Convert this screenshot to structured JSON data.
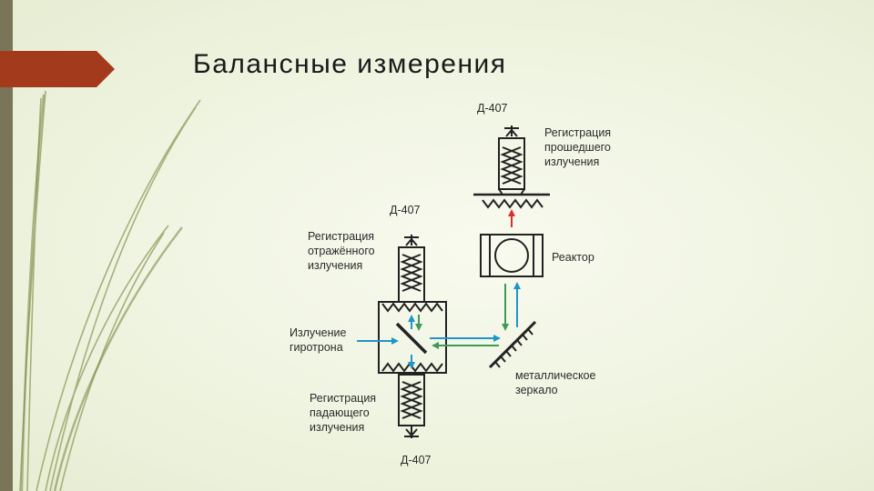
{
  "slide": {
    "title": "Балансные измерения"
  },
  "diagram": {
    "detector_top": "Д-407",
    "detector_left": "Д-407",
    "detector_bottom": "Д-407",
    "transmitted": [
      "Регистрация",
      "прошедшего",
      "излучения"
    ],
    "reflected": [
      "Регистрация",
      "отражённого",
      "излучения"
    ],
    "incident": [
      "Регистрация",
      "падающего",
      "излучения"
    ],
    "gyrotron": [
      "Излучение",
      "гиротрона"
    ],
    "reactor": "Реактор",
    "mirror": [
      "металлическое",
      "зеркало"
    ]
  },
  "colors": {
    "title_marker": "#a33a1c",
    "side_strip": "#7a7459",
    "arrow_red": "#d8312c",
    "arrow_green": "#3e9a57",
    "arrow_blue": "#1f95c9",
    "decor_lines": "#9aa36a"
  }
}
